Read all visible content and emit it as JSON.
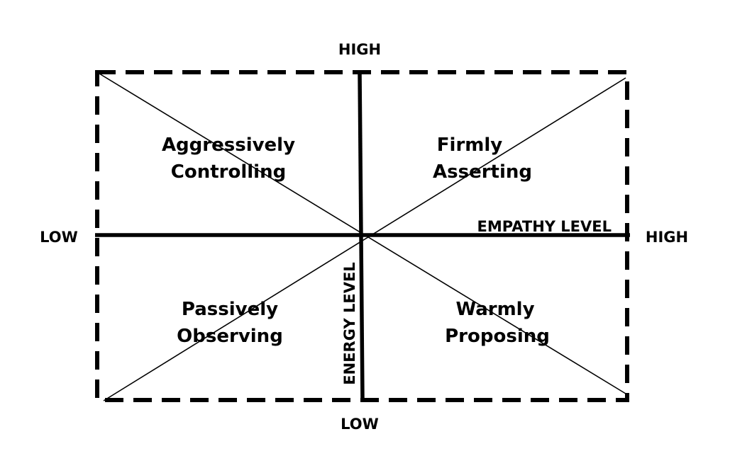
{
  "diagram": {
    "vertical_axis": {
      "top_label": "HIGH",
      "bottom_label": "LOW",
      "name": "ENERGY LEVEL"
    },
    "horizontal_axis": {
      "left_label": "LOW",
      "right_label": "HIGH",
      "name": "EMPATHY LEVEL"
    },
    "quadrants": {
      "top_left": {
        "line1": "Aggressively",
        "line2": "Controlling"
      },
      "top_right": {
        "line1": "Firmly",
        "line2": "Asserting"
      },
      "bottom_left": {
        "line1": "Passively",
        "line2": "Observing"
      },
      "bottom_right": {
        "line1": "Warmly",
        "line2": "Proposing"
      }
    },
    "colors": {
      "stroke": "#000000",
      "background": "#ffffff"
    }
  }
}
